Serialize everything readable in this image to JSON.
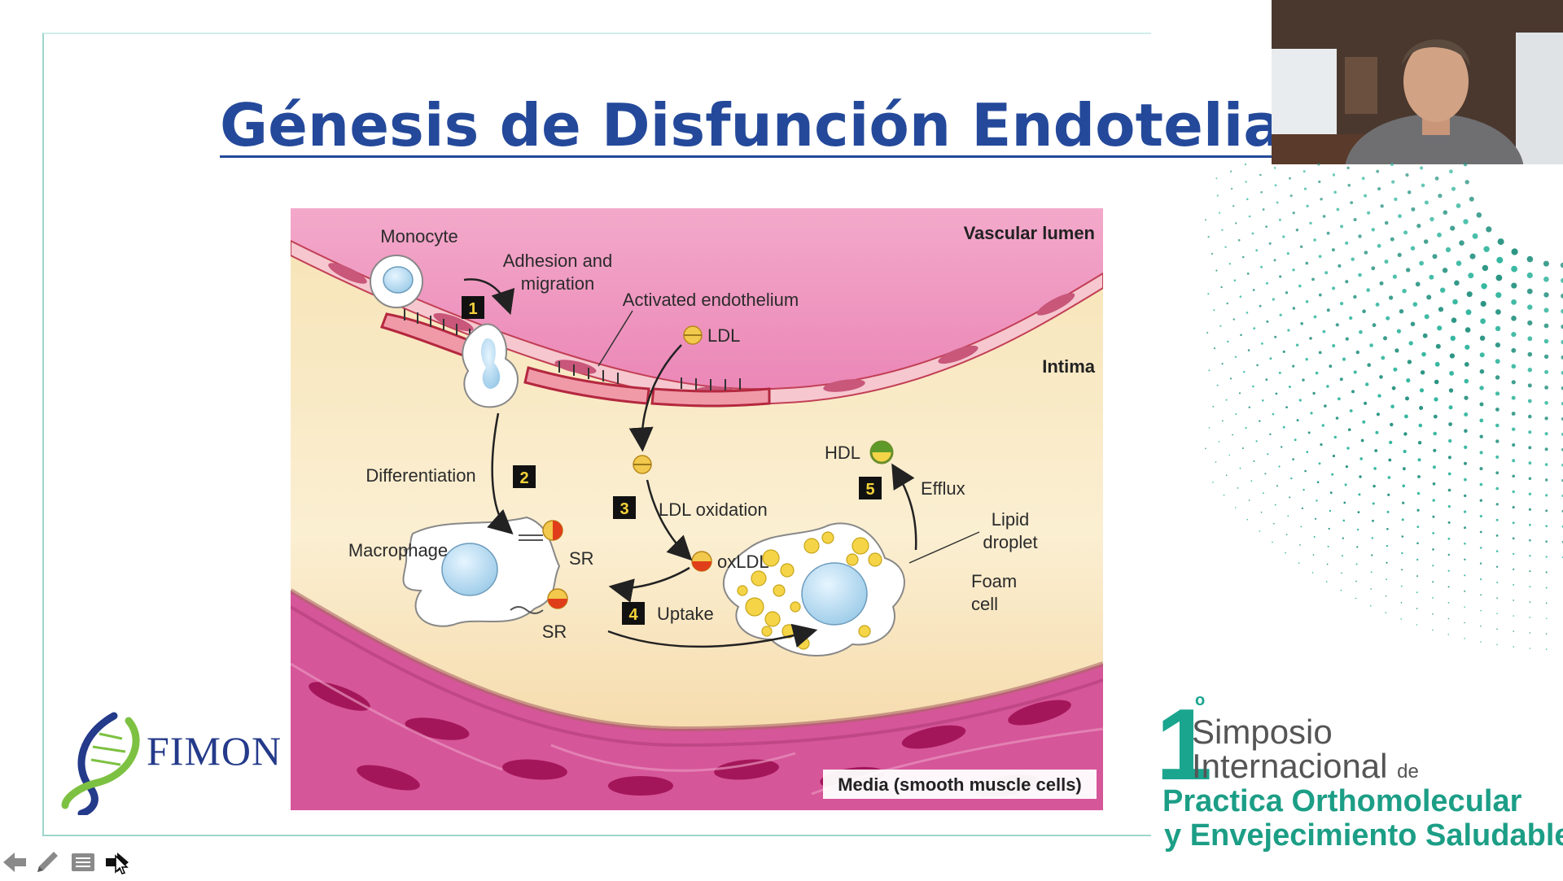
{
  "slide": {
    "title": "Génesis de Disfunción Endotelial"
  },
  "diagram": {
    "labels": {
      "monocyte": "Monocyte",
      "adhesion_line1": "Adhesion and",
      "adhesion_line2": "migration",
      "activated_endothelium": "Activated endothelium",
      "ldl": "LDL",
      "vascular_lumen": "Vascular lumen",
      "intima": "Intima",
      "differentiation": "Differentiation",
      "ldl_oxidation": "LDL oxidation",
      "oxldl": "oxLDL",
      "macrophage": "Macrophage",
      "sr_top": "SR",
      "sr_bottom": "SR",
      "uptake": "Uptake",
      "hdl": "HDL",
      "efflux": "Efflux",
      "lipid_line1": "Lipid",
      "lipid_line2": "droplet",
      "foam_line1": "Foam",
      "foam_line2": "cell",
      "media": "Media (smooth muscle cells)"
    },
    "steps": [
      "1",
      "2",
      "3",
      "4",
      "5"
    ]
  },
  "logo": {
    "fimon_text": "FIMON"
  },
  "symposium": {
    "ordinal_number": "1",
    "ordinal_suffix": "o",
    "line1": "Simposio",
    "line2": "Internacional",
    "line2_suffix": "de",
    "line3": "Practica Orthomolecular",
    "line4": "y Envejecimiento Saludable"
  },
  "icons": {
    "back": "arrow-left-icon",
    "pen": "pen-icon",
    "menu": "menu-icon",
    "forward": "arrow-right-icon"
  },
  "colors": {
    "title": "#24499a",
    "lumen": "#d23f8c",
    "intima": "#f6dfae",
    "media": "#d6569a",
    "accent_green": "#1aa58f",
    "fimon_blue": "#243a8a"
  }
}
